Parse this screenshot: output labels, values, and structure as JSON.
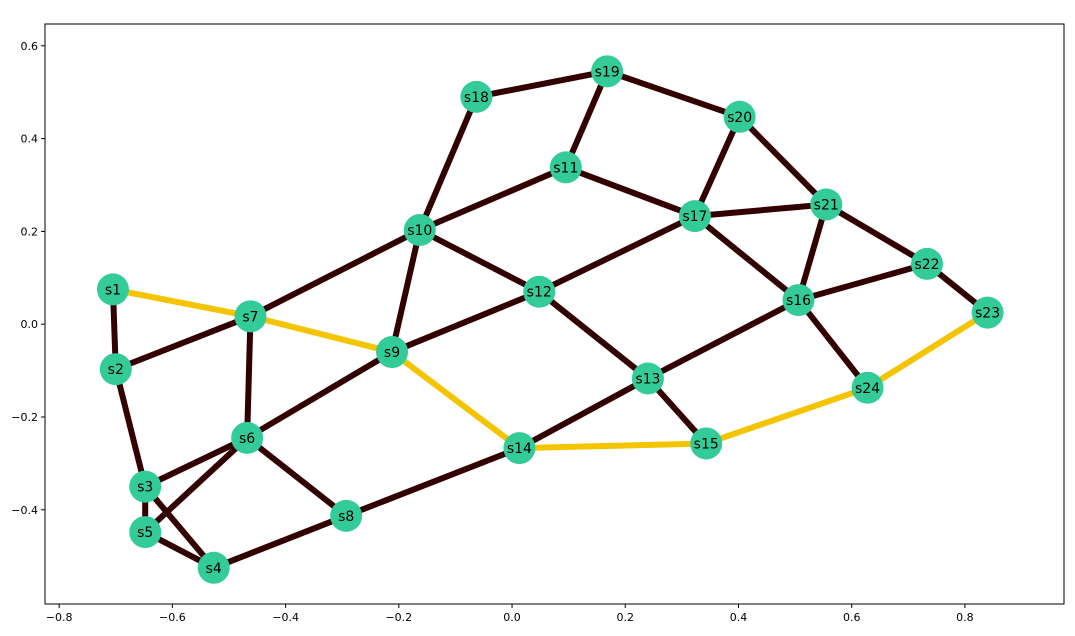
{
  "chart_data": {
    "type": "network",
    "title": "",
    "xlabel": "",
    "ylabel": "",
    "xlim": [
      -0.825,
      0.975
    ],
    "ylim": [
      -0.603,
      0.647
    ],
    "x_ticks": [
      -0.8,
      -0.6,
      -0.4,
      -0.2,
      0.0,
      0.2,
      0.4,
      0.6,
      0.8
    ],
    "x_tick_labels": [
      "−0.8",
      "−0.6",
      "−0.4",
      "−0.2",
      "0.0",
      "0.2",
      "0.4",
      "0.6",
      "0.8"
    ],
    "y_ticks": [
      -0.4,
      -0.2,
      0.0,
      0.2,
      0.4,
      0.6
    ],
    "y_tick_labels": [
      "−0.4",
      "−0.2",
      "0.0",
      "0.2",
      "0.4",
      "0.6"
    ],
    "colors": {
      "node": "#33cc99",
      "edge": "#330000",
      "path_edge": "#f5c400"
    },
    "nodes": [
      {
        "id": "s1",
        "x": -0.705,
        "y": 0.075
      },
      {
        "id": "s2",
        "x": -0.7,
        "y": -0.097
      },
      {
        "id": "s3",
        "x": -0.648,
        "y": -0.35
      },
      {
        "id": "s4",
        "x": -0.527,
        "y": -0.525
      },
      {
        "id": "s5",
        "x": -0.648,
        "y": -0.448
      },
      {
        "id": "s6",
        "x": -0.468,
        "y": -0.245
      },
      {
        "id": "s7",
        "x": -0.462,
        "y": 0.017
      },
      {
        "id": "s8",
        "x": -0.293,
        "y": -0.413
      },
      {
        "id": "s9",
        "x": -0.212,
        "y": -0.06
      },
      {
        "id": "s10",
        "x": -0.163,
        "y": 0.203
      },
      {
        "id": "s11",
        "x": 0.095,
        "y": 0.338
      },
      {
        "id": "s12",
        "x": 0.048,
        "y": 0.07
      },
      {
        "id": "s13",
        "x": 0.24,
        "y": -0.117
      },
      {
        "id": "s14",
        "x": 0.013,
        "y": -0.267
      },
      {
        "id": "s15",
        "x": 0.343,
        "y": -0.257
      },
      {
        "id": "s16",
        "x": 0.506,
        "y": 0.052
      },
      {
        "id": "s17",
        "x": 0.323,
        "y": 0.233
      },
      {
        "id": "s18",
        "x": -0.063,
        "y": 0.49
      },
      {
        "id": "s19",
        "x": 0.168,
        "y": 0.545
      },
      {
        "id": "s20",
        "x": 0.402,
        "y": 0.447
      },
      {
        "id": "s21",
        "x": 0.555,
        "y": 0.258
      },
      {
        "id": "s22",
        "x": 0.733,
        "y": 0.13
      },
      {
        "id": "s23",
        "x": 0.84,
        "y": 0.025
      },
      {
        "id": "s24",
        "x": 0.628,
        "y": -0.137
      }
    ],
    "edges": [
      {
        "from": "s1",
        "to": "s2",
        "path": false
      },
      {
        "from": "s1",
        "to": "s7",
        "path": true
      },
      {
        "from": "s2",
        "to": "s3",
        "path": false
      },
      {
        "from": "s2",
        "to": "s7",
        "path": false
      },
      {
        "from": "s3",
        "to": "s5",
        "path": false
      },
      {
        "from": "s3",
        "to": "s4",
        "path": false
      },
      {
        "from": "s3",
        "to": "s6",
        "path": false
      },
      {
        "from": "s5",
        "to": "s4",
        "path": false
      },
      {
        "from": "s5",
        "to": "s6",
        "path": false
      },
      {
        "from": "s4",
        "to": "s8",
        "path": false
      },
      {
        "from": "s6",
        "to": "s7",
        "path": false
      },
      {
        "from": "s6",
        "to": "s8",
        "path": false
      },
      {
        "from": "s6",
        "to": "s9",
        "path": false
      },
      {
        "from": "s7",
        "to": "s9",
        "path": true
      },
      {
        "from": "s7",
        "to": "s10",
        "path": false
      },
      {
        "from": "s8",
        "to": "s14",
        "path": false
      },
      {
        "from": "s9",
        "to": "s10",
        "path": false
      },
      {
        "from": "s9",
        "to": "s12",
        "path": false
      },
      {
        "from": "s9",
        "to": "s14",
        "path": true
      },
      {
        "from": "s10",
        "to": "s18",
        "path": false
      },
      {
        "from": "s10",
        "to": "s11",
        "path": false
      },
      {
        "from": "s10",
        "to": "s12",
        "path": false
      },
      {
        "from": "s11",
        "to": "s19",
        "path": false
      },
      {
        "from": "s11",
        "to": "s17",
        "path": false
      },
      {
        "from": "s12",
        "to": "s17",
        "path": false
      },
      {
        "from": "s12",
        "to": "s13",
        "path": false
      },
      {
        "from": "s13",
        "to": "s14",
        "path": false
      },
      {
        "from": "s13",
        "to": "s15",
        "path": false
      },
      {
        "from": "s13",
        "to": "s16",
        "path": false
      },
      {
        "from": "s14",
        "to": "s15",
        "path": true
      },
      {
        "from": "s15",
        "to": "s24",
        "path": true
      },
      {
        "from": "s16",
        "to": "s17",
        "path": false
      },
      {
        "from": "s16",
        "to": "s21",
        "path": false
      },
      {
        "from": "s16",
        "to": "s22",
        "path": false
      },
      {
        "from": "s16",
        "to": "s24",
        "path": false
      },
      {
        "from": "s17",
        "to": "s20",
        "path": false
      },
      {
        "from": "s17",
        "to": "s21",
        "path": false
      },
      {
        "from": "s18",
        "to": "s19",
        "path": false
      },
      {
        "from": "s19",
        "to": "s20",
        "path": false
      },
      {
        "from": "s20",
        "to": "s21",
        "path": false
      },
      {
        "from": "s21",
        "to": "s22",
        "path": false
      },
      {
        "from": "s22",
        "to": "s23",
        "path": false
      },
      {
        "from": "s23",
        "to": "s24",
        "path": true
      }
    ]
  }
}
